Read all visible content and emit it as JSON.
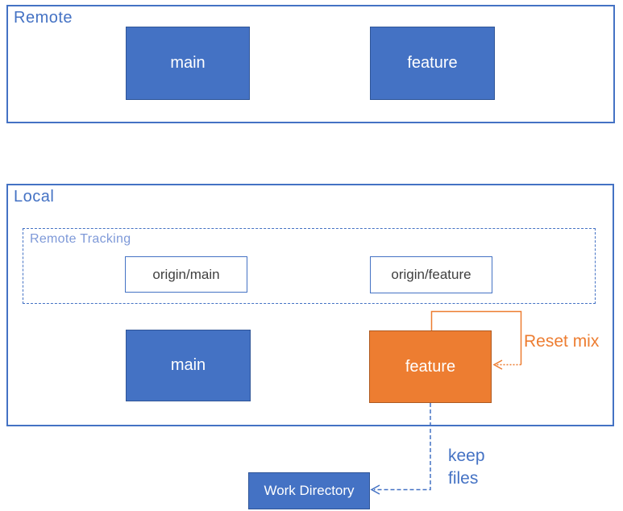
{
  "colors": {
    "blue_fill": "#4472C4",
    "blue_box_border": "#2F5597",
    "frame_blue": "#4472C4",
    "tracking_label_blue": "#7E99D8",
    "orange_fill": "#ED7D31",
    "orange_box_border": "#AE5A21",
    "ref_box_text": "#404040",
    "box_text": "#FFFFFF"
  },
  "remote": {
    "label": "Remote",
    "main_label": "main",
    "feature_label": "feature"
  },
  "local": {
    "label": "Local",
    "tracking": {
      "label": "Remote Tracking",
      "origin_main_label": "origin/main",
      "origin_feature_label": "origin/feature"
    },
    "main_label": "main",
    "feature_label": "feature"
  },
  "annotations": {
    "reset_label": "Reset mix",
    "keep_label": "keep\nfiles",
    "work_directory_label": "Work Directory"
  }
}
